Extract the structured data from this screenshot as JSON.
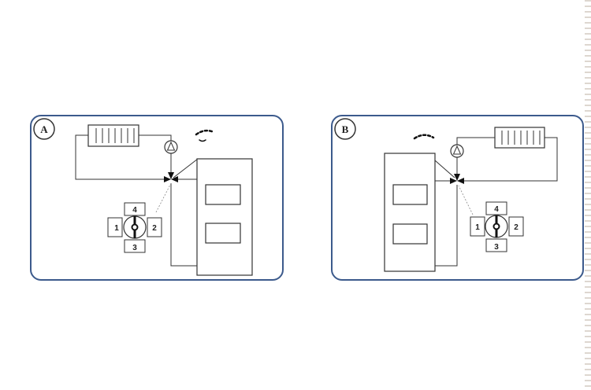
{
  "panels": [
    {
      "id": "A",
      "label": "A",
      "ports": [
        "1",
        "2",
        "3",
        "4"
      ]
    },
    {
      "id": "B",
      "label": "B",
      "ports": [
        "1",
        "2",
        "3",
        "4"
      ]
    }
  ],
  "colors": {
    "frame": "#3c5a8c",
    "line": "#333333",
    "valve": "#111111"
  }
}
